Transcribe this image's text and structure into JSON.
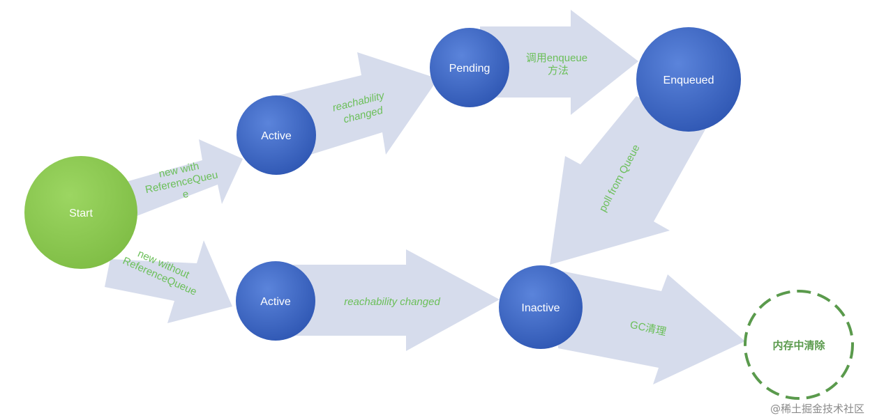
{
  "diagram": {
    "nodes": {
      "start": "Start",
      "active_top": "Active",
      "active_bottom": "Active",
      "pending": "Pending",
      "enqueued": "Enqueued",
      "inactive": "Inactive",
      "memory_cleared": "内存中清除"
    },
    "edges": {
      "new_with_queue": [
        "new with",
        "ReferenceQueu",
        "e"
      ],
      "new_without_queue": [
        "new without",
        "ReferenceQueue"
      ],
      "reachability_top": [
        "reachability",
        "changed"
      ],
      "reachability_bottom": "reachability changed",
      "call_enqueue": [
        "调用enqueue",
        "方法"
      ],
      "poll_from_queue": "poll from Queue",
      "gc_clean": "GC清理"
    },
    "colors": {
      "node_blue": "#3f67c4",
      "node_green": "#8fcb54",
      "arrow": "#d6dcec",
      "label_green": "#6bbf59",
      "dashed_green": "#5a9a4c"
    }
  },
  "watermark": "@稀土掘金技术社区"
}
